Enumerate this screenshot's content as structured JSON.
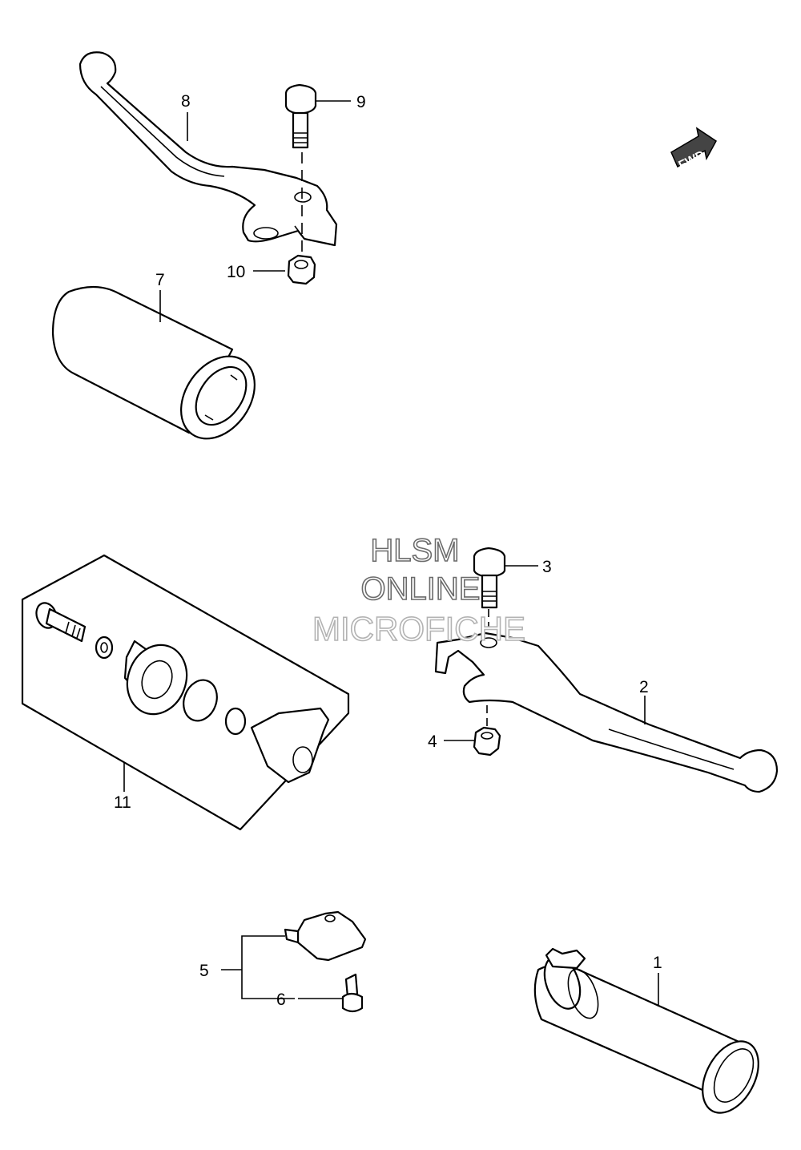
{
  "watermark": {
    "line1": "HLSM",
    "line2": "ONLINE",
    "line3": "MICROFICHE"
  },
  "direction_badge": "FWD",
  "callouts": {
    "p1": "1",
    "p2": "2",
    "p3": "3",
    "p4": "4",
    "p5": "5",
    "p6": "6",
    "p7": "7",
    "p8": "8",
    "p9": "9",
    "p10": "10",
    "p11": "11"
  }
}
